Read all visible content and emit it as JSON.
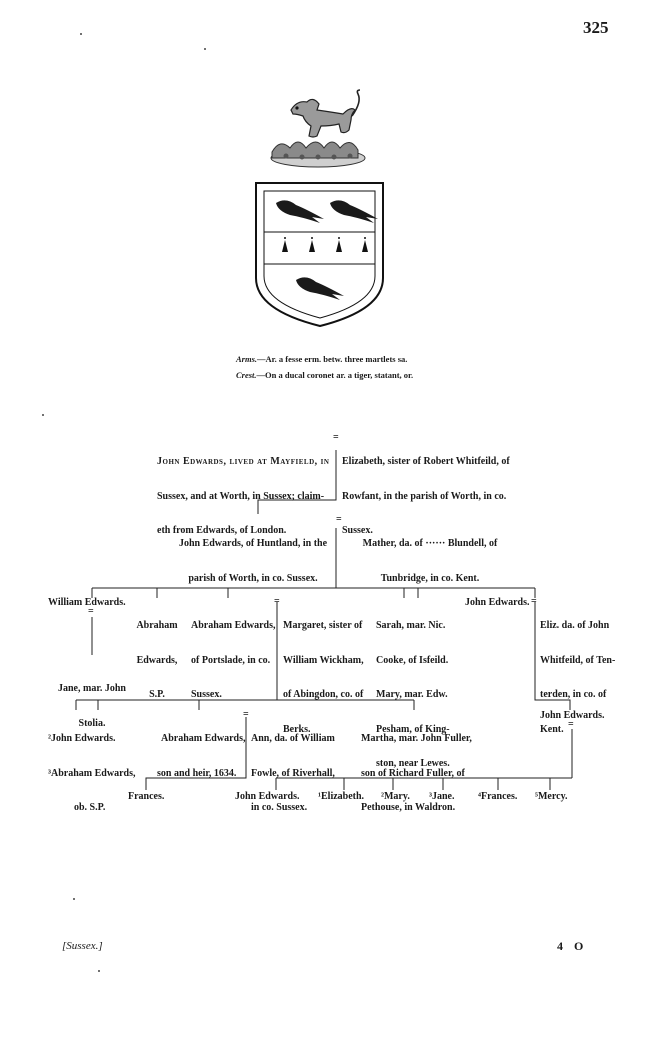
{
  "page_number": "325",
  "heraldry": {
    "arms_label": "Arms.",
    "arms_text": "—Ar. a fesse erm. betw. three martlets sa.",
    "crest_label": "Crest.",
    "crest_text": "—On a ducal coronet ar. a tiger, statant, or."
  },
  "generation1": {
    "john": [
      "John Edwards, lived at Mayfield, in",
      "Sussex, and at Worth, in Sussex; claim-",
      "eth from Edwards, of London."
    ],
    "marriage_sign": "=",
    "elizabeth": [
      "Elizabeth, sister of Robert Whitfeild, of",
      "Rowfant, in the parish of Worth, in co.",
      "Sussex."
    ]
  },
  "generation2": {
    "john": [
      "John Edwards, of Huntland, in the",
      "parish of Worth, in co. Sussex."
    ],
    "marriage_sign": "=",
    "mather": [
      "Mather, da. of ······ Blundell, of",
      "Tunbridge, in co. Kent."
    ]
  },
  "generation3": {
    "william": "William Edwards.",
    "william_sign": "=",
    "abraham_sp": [
      "Abraham",
      "Edwards,",
      "S.P."
    ],
    "abraham_portslade": [
      "Abraham Edwards,",
      "of Portslade, in co.",
      "Sussex."
    ],
    "abraham_sign": "=",
    "margaret": [
      "Margaret, sister of",
      "William Wickham,",
      "of Abingdon, co. of",
      "Berks."
    ],
    "sarah_mary": [
      "Sarah, mar. Nic.",
      "Cooke, of Isfeild.",
      "Mary, mar. Edw.",
      "Pesham, of King-",
      "ston, near Lewes."
    ],
    "john": "John Edwards.",
    "john_sign": "=",
    "eliz": [
      "Eliz. da. of John",
      "Whitfeild, of Ten-",
      "terden, in co. of",
      "Kent."
    ]
  },
  "jane": [
    "Jane, mar. John",
    "Stolia."
  ],
  "generation4": {
    "john_abraham": [
      "²John Edwards.",
      "³Abraham Edwards,",
      "ob. S.P."
    ],
    "abraham_heir": [
      "Abraham Edwards,",
      "son and heir, 1634."
    ],
    "abraham_sign": "=",
    "ann": [
      "Ann, da. of William",
      "Fowle, of Riverhall,",
      "in co. Sussex."
    ],
    "martha": [
      "Martha, mar. John Fuller,",
      "son of Richard Fuller, of",
      "Pethouse, in Waldron."
    ],
    "john_right": "John Edwards.",
    "john_right_sign": "="
  },
  "generation5": {
    "frances": "Frances.",
    "john": "John Edwards.",
    "elizabeth": "¹Elizabeth.",
    "mary": "²Mary.",
    "jane": "³Jane.",
    "frances2": "⁴Frances.",
    "mercy": "⁵Mercy."
  },
  "footer": {
    "left": "[Sussex.]",
    "right": "4 O"
  }
}
